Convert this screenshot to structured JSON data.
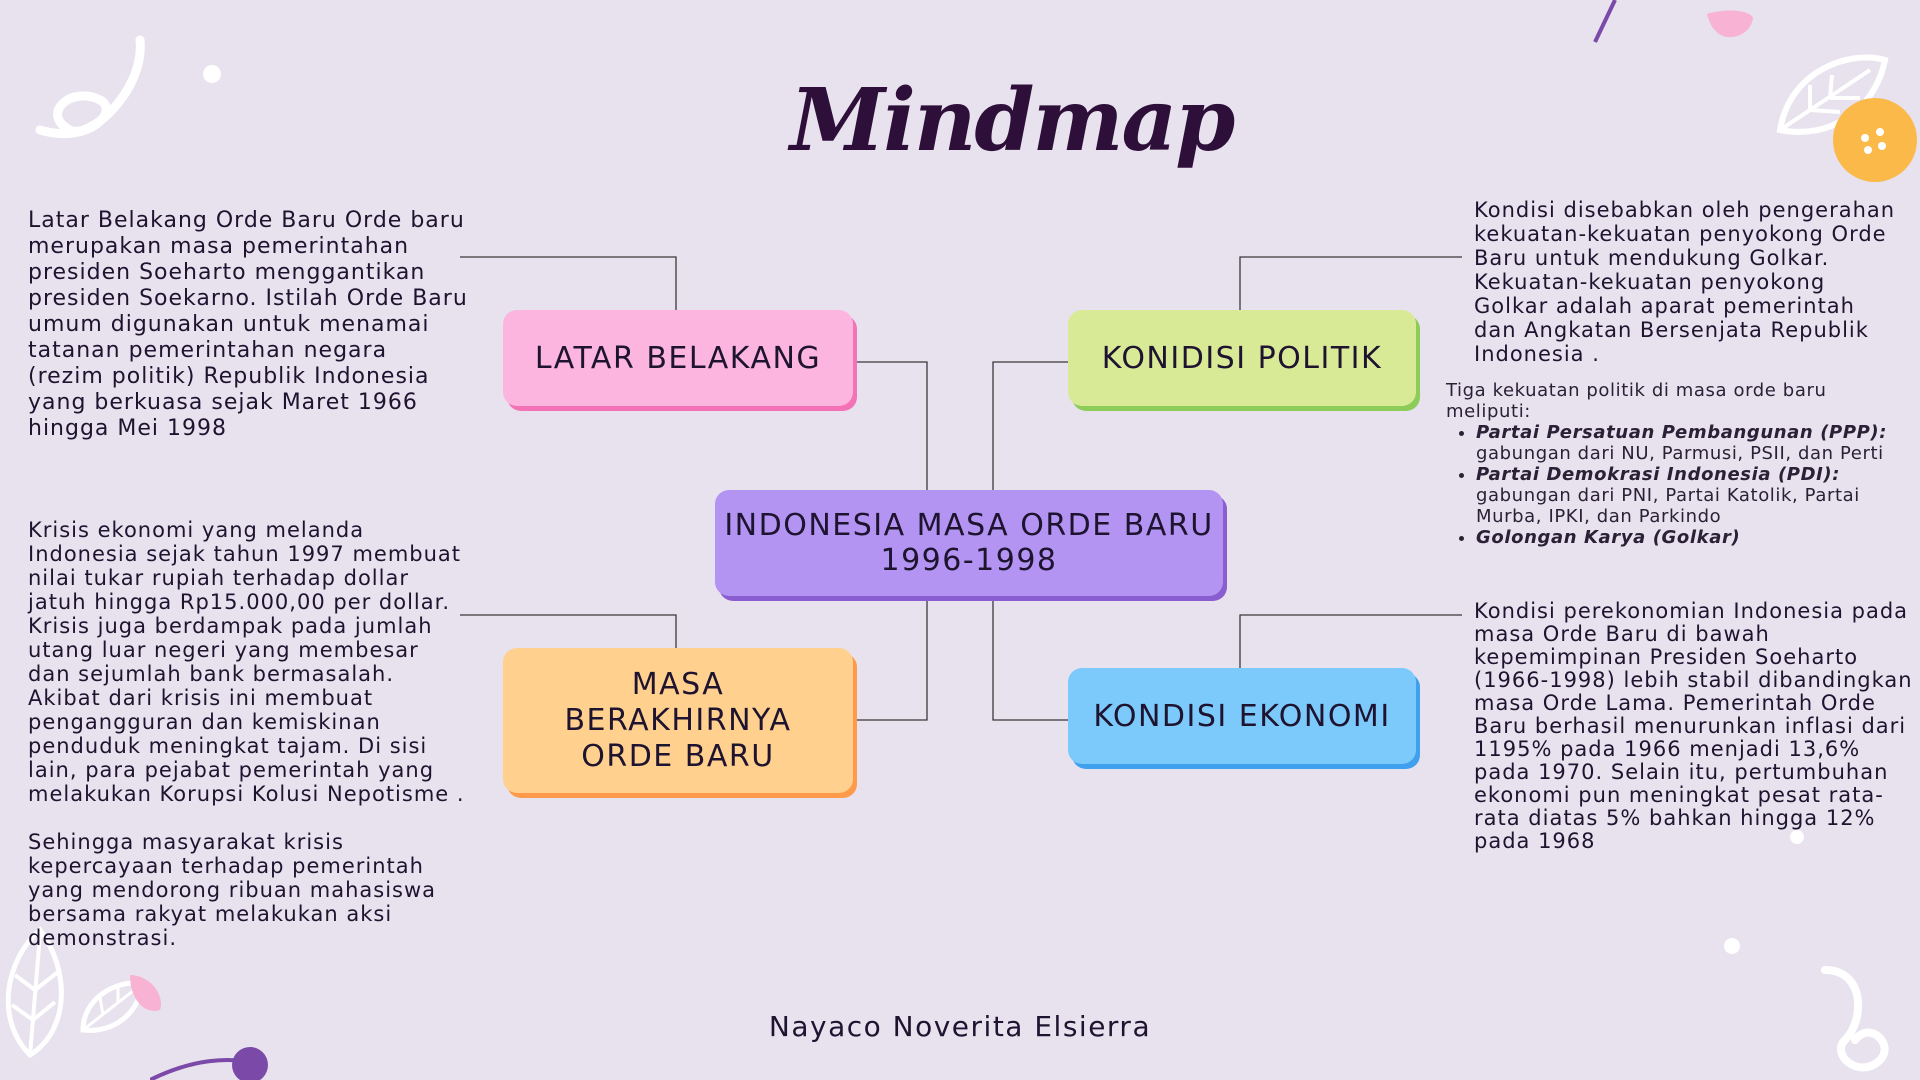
{
  "title": "Mindmap",
  "center": {
    "label": "INDONESIA MASA ORDE BARU\n1996-1998",
    "color": "#b394f2"
  },
  "nodes": {
    "latar": {
      "label": "LATAR BELAKANG",
      "color": "#fcb5df"
    },
    "politik": {
      "label": "KONIDISI POLITIK",
      "color": "#d9ea97"
    },
    "ekonomi": {
      "label": "KONDISI EKONOMI",
      "color": "#7cc9fb"
    },
    "berakhir": {
      "label": "MASA\nBERAKHIRNYA\nORDE BARU",
      "color": "#ffd08e"
    }
  },
  "descriptions": {
    "latar": "Latar Belakang Orde Baru Orde baru merupakan masa pemerintahan presiden Soeharto menggantikan presiden Soekarno. Istilah Orde Baru umum digunakan untuk menamai tatanan pemerintahan negara (rezim politik) Republik Indonesia yang berkuasa sejak Maret 1966 hingga Mei 1998",
    "politik": "Kondisi disebabkan oleh pengerahan kekuatan-kekuatan penyokong Orde Baru untuk mendukung Golkar. Kekuatan-kekuatan penyokong Golkar adalah aparat pemerintah dan Angkatan Bersenjata Republik Indonesia .",
    "politik_intro": "Tiga kekuatan politik di masa orde baru meliputi:",
    "politik_list": [
      {
        "name": "Partai Persatuan Pembangunan (PPP):",
        "detail": " gabungan dari NU, Parmusi, PSII, dan Perti"
      },
      {
        "name": "Partai Demokrasi Indonesia (PDI):",
        "detail": " gabungan dari PNI, Partai Katolik, Partai Murba, IPKI, dan Parkindo"
      },
      {
        "name": "Golongan Karya (Golkar)",
        "detail": ""
      }
    ],
    "ekonomi": "Kondisi perekonomian Indonesia pada masa Orde Baru di bawah kepemimpinan Presiden Soeharto (1966-1998) lebih stabil dibandingkan masa Orde Lama. Pemerintah Orde Baru berhasil menurunkan inflasi dari 1195% pada 1966 menjadi 13,6% pada 1970. Selain itu, pertumbuhan ekonomi pun meningkat pesat rata-rata diatas 5% bahkan hingga 12% pada 1968",
    "berakhir_1": "Krisis ekonomi yang melanda Indonesia sejak tahun 1997 membuat nilai tukar rupiah terhadap dollar jatuh hingga Rp15.000,00 per dollar. Krisis juga berdampak pada jumlah utang luar negeri yang membesar dan sejumlah bank bermasalah. Akibat dari krisis ini membuat pengangguran dan kemiskinan penduduk meningkat tajam. Di sisi lain, para pejabat pemerintah yang melakukan Korupsi Kolusi Nepotisme .",
    "berakhir_2": "Sehingga masyarakat krisis kepercayaan terhadap pemerintah yang mendorong ribuan mahasiswa bersama rakyat melakukan aksi demonstrasi."
  },
  "footer": "Nayaco Noverita Elsierra"
}
